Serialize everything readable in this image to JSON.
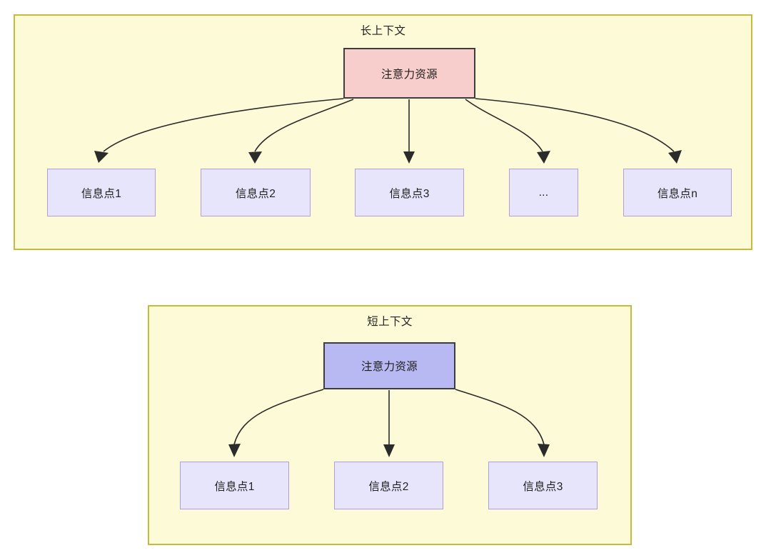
{
  "diagram": {
    "type": "flow-diagram",
    "background": "#ffffff",
    "colors": {
      "group_fill": "#fdfbd7",
      "group_border": "#c4bb3c",
      "root_long_fill": "#f8cecc",
      "root_short_fill": "#b8b8f2",
      "root_border": "#3d3d3d",
      "leaf_fill": "#e7e5fb",
      "leaf_border": "#b39ddb",
      "edge_stroke": "#2b2b2b",
      "text": "#1f1f1f"
    },
    "groups": [
      {
        "id": "long-context",
        "title": "长上下文",
        "root": {
          "label": "注意力资源"
        },
        "leaves": [
          {
            "label": "信息点1"
          },
          {
            "label": "信息点2"
          },
          {
            "label": "信息点3"
          },
          {
            "label": "..."
          },
          {
            "label": "信息点n"
          }
        ]
      },
      {
        "id": "short-context",
        "title": "短上下文",
        "root": {
          "label": "注意力资源"
        },
        "leaves": [
          {
            "label": "信息点1"
          },
          {
            "label": "信息点2"
          },
          {
            "label": "信息点3"
          }
        ]
      }
    ]
  }
}
